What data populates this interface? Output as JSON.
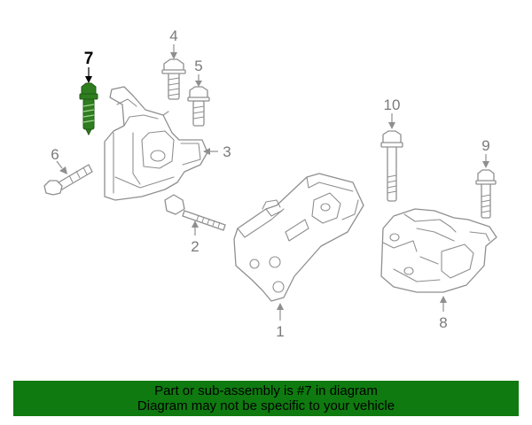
{
  "diagram": {
    "callouts": [
      "1",
      "2",
      "3",
      "4",
      "5",
      "6",
      "7",
      "8",
      "9",
      "10"
    ],
    "selected_callout": "7",
    "highlight_color": "#2f7d1f"
  },
  "banner": {
    "line1": "Part or sub-assembly is #7 in diagram",
    "line2": "Diagram may not be specific to your vehicle",
    "background": "#0f7a0f"
  }
}
